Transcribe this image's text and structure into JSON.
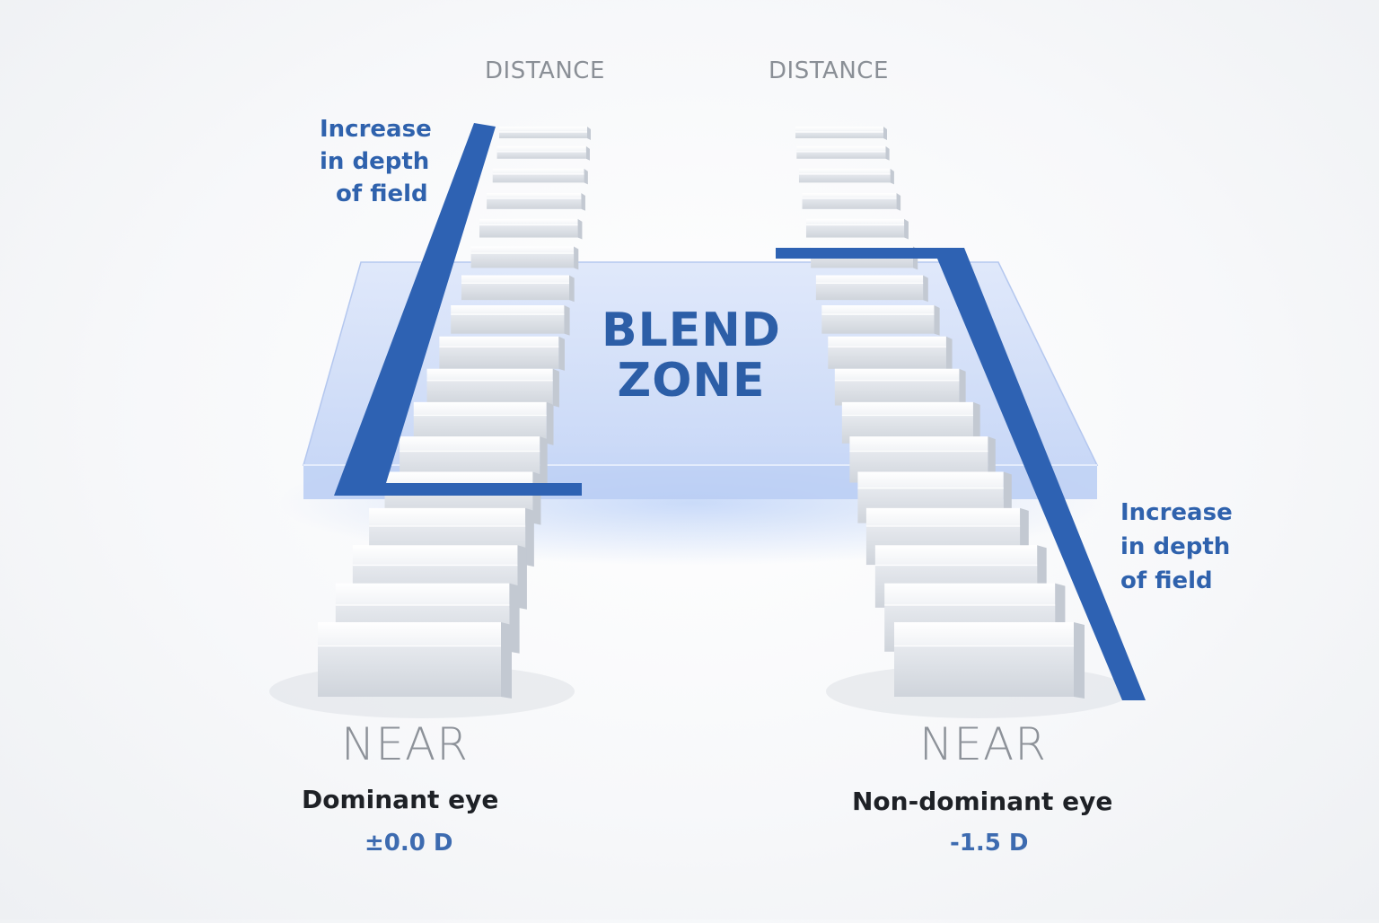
{
  "distance_label_left": "DISTANCE",
  "distance_label_right": "DISTANCE",
  "blend_zone": {
    "line1": "BLEND",
    "line2": "ZONE"
  },
  "left_eye": {
    "annotation": [
      "Increase",
      "in depth",
      "of field"
    ],
    "near_label": "NEAR",
    "eye_label": "Dominant eye",
    "power": "±0.0 D"
  },
  "right_eye": {
    "annotation": [
      "Increase",
      "in depth",
      "of field"
    ],
    "near_label": "NEAR",
    "eye_label": "Non-dominant eye",
    "power": "-1.5 D"
  },
  "colors": {
    "accent_blue": "#2f62ad",
    "blend_fill": "#c9d8f6",
    "step_top": "#ffffff",
    "step_side": "#c9ced6",
    "label_gray": "#8d9299"
  }
}
